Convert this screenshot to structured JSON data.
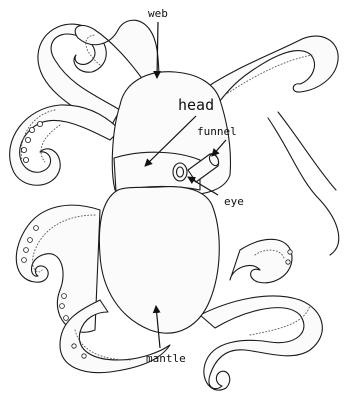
{
  "labels": {
    "web": "web",
    "head": "head",
    "funnel": "funnel",
    "eye": "eye",
    "mantle": "mantle"
  },
  "colors": {
    "line": "#1a1a1a",
    "background": "#ffffff"
  }
}
